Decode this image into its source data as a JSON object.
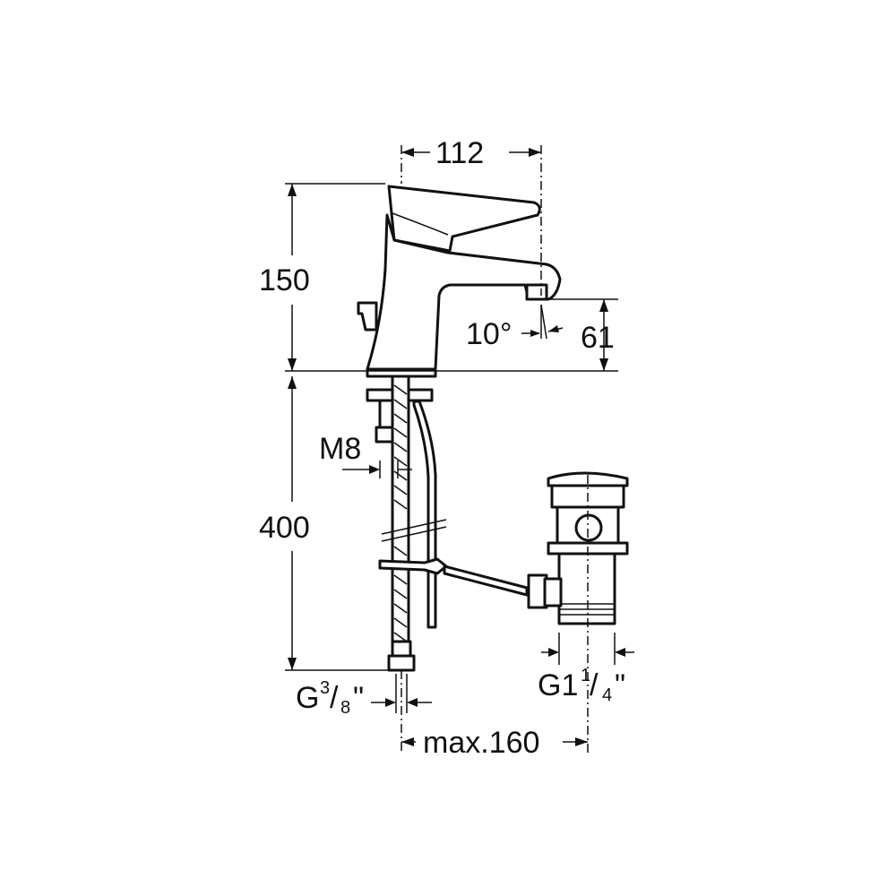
{
  "dimensions": {
    "width_top": "112",
    "height_body": "150",
    "height_hose": "400",
    "spout_angle": "10°",
    "spout_height": "61",
    "thread_rod": "M8",
    "inlet_thread_prefix": "G",
    "inlet_thread_num": "3",
    "inlet_thread_sep": "/",
    "inlet_thread_den": "8",
    "inlet_thread_suffix": "\"",
    "waste_thread_prefix": "G1",
    "waste_thread_num": "1",
    "waste_thread_sep": "/",
    "waste_thread_den": "4",
    "waste_thread_suffix": "\"",
    "max_offset": "max.160"
  }
}
